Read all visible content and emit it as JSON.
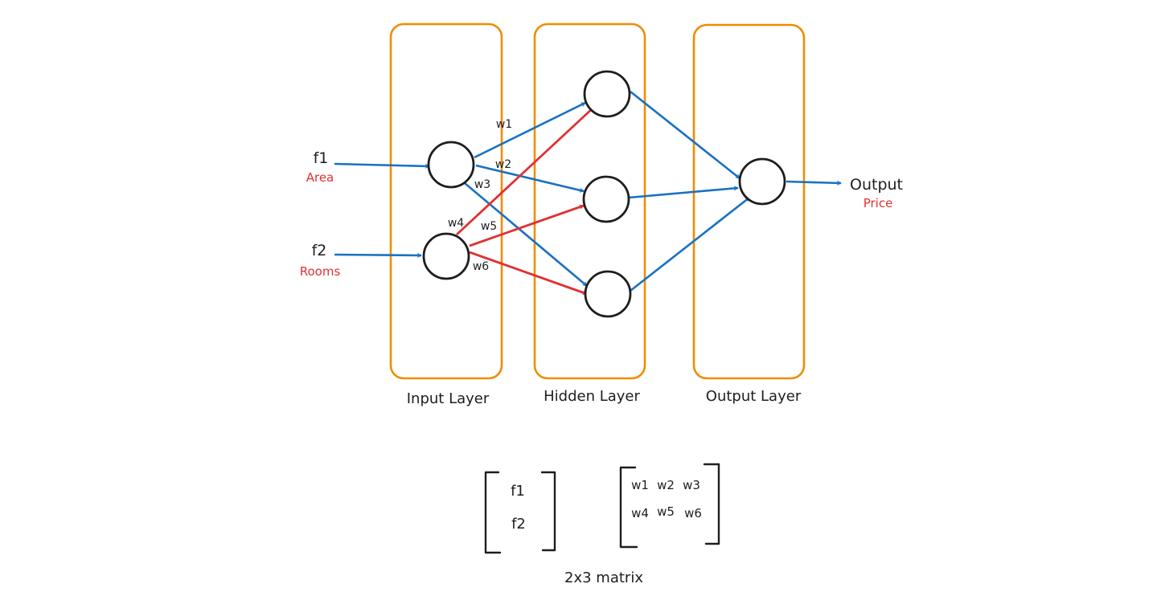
{
  "inputs": [
    {
      "name": "f1",
      "desc": "Area"
    },
    {
      "name": "f2",
      "desc": "Rooms"
    }
  ],
  "output": {
    "name": "Output",
    "desc": "Price"
  },
  "layers": [
    "Input Layer",
    "Hidden Layer",
    "Output Layer"
  ],
  "weights": [
    "w1",
    "w2",
    "w3",
    "w4",
    "w5",
    "w6"
  ],
  "input_vector": [
    "f1",
    "f2"
  ],
  "weight_matrix": [
    [
      "w1",
      "w2",
      "w3"
    ],
    [
      "w4",
      "w5",
      "w6"
    ]
  ],
  "matrix_caption": "2x3 matrix",
  "colors": {
    "layer_box": "#f08c00",
    "edges_from_f1": "#1971c2",
    "edges_from_f2": "#e03131",
    "annotation": "#e03131"
  }
}
